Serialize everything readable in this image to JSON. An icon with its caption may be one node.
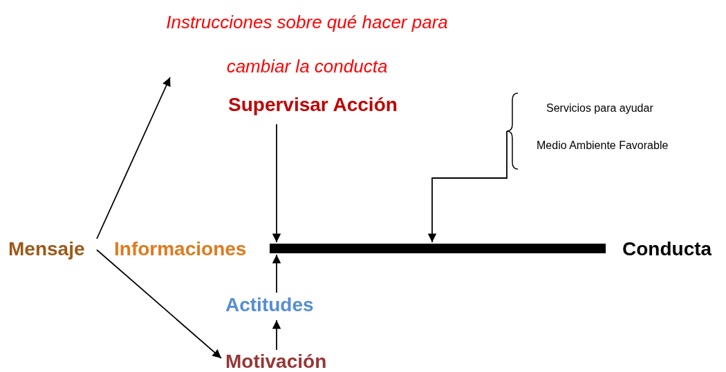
{
  "diagram": {
    "nodes": [
      {
        "text": [
          "Instrucciones sobre qué hacer para cambiar la conducta"
        ]
      },
      {
        "text": [
          "Supervisar Acción"
        ]
      },
      {
        "text": [
          "Servicios para ayudar",
          "Medio Ambiente Favorable"
        ]
      },
      {
        "text": [
          "Mensaje"
        ]
      },
      {
        "text": [
          "Informaciones"
        ]
      },
      {
        "text": [],
        "shape": "bar"
      },
      {
        "text": [
          "Conducta"
        ]
      },
      {
        "text": [
          "Actitudes"
        ]
      },
      {
        "text": [
          "Motivación"
        ]
      }
    ],
    "edges": [
      {
        "from": 3,
        "to": 0,
        "arrow": "to"
      },
      {
        "from": 3,
        "to": 8,
        "arrow": "to"
      },
      {
        "from": 1,
        "to": 5,
        "arrow": "to"
      },
      {
        "from": 2,
        "to": 5,
        "arrow": "to"
      },
      {
        "from": 7,
        "to": 5,
        "arrow": "to"
      },
      {
        "from": 8,
        "to": 7,
        "arrow": "to"
      }
    ]
  }
}
